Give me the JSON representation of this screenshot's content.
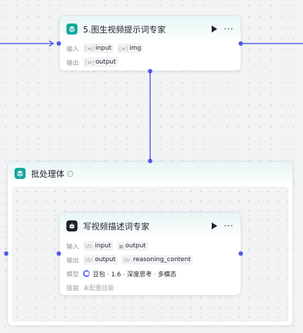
{
  "colors": {
    "wire": "#4e5bec",
    "teal": "#12a89b"
  },
  "node_top": {
    "title": "5.图生视频提示词专家",
    "icon": "layers-icon",
    "input_label": "输入",
    "output_label": "输出",
    "inputs": [
      {
        "type_icon": "array-icon",
        "name": "input"
      },
      {
        "type_icon": "array-icon",
        "name": "img"
      }
    ],
    "outputs": [
      {
        "type_icon": "array-icon",
        "name": "output"
      }
    ]
  },
  "batch": {
    "title": "批处理体",
    "icon": "layers-icon"
  },
  "node_inner": {
    "title": "写视频描述词专家",
    "icon": "robot-icon",
    "input_label": "输入",
    "output_label": "输出",
    "model_label": "模型",
    "skill_label": "技能",
    "inputs": [
      {
        "type": "str.",
        "name": "input"
      },
      {
        "type_icon": "image-icon",
        "name": "output"
      }
    ],
    "outputs": [
      {
        "type": "str.",
        "name": "output"
      },
      {
        "type": "str.",
        "name": "reasoning_content"
      }
    ],
    "model": "豆包 · 1.6 · 深度思考 · 多模态",
    "skills": "未配置技能"
  }
}
